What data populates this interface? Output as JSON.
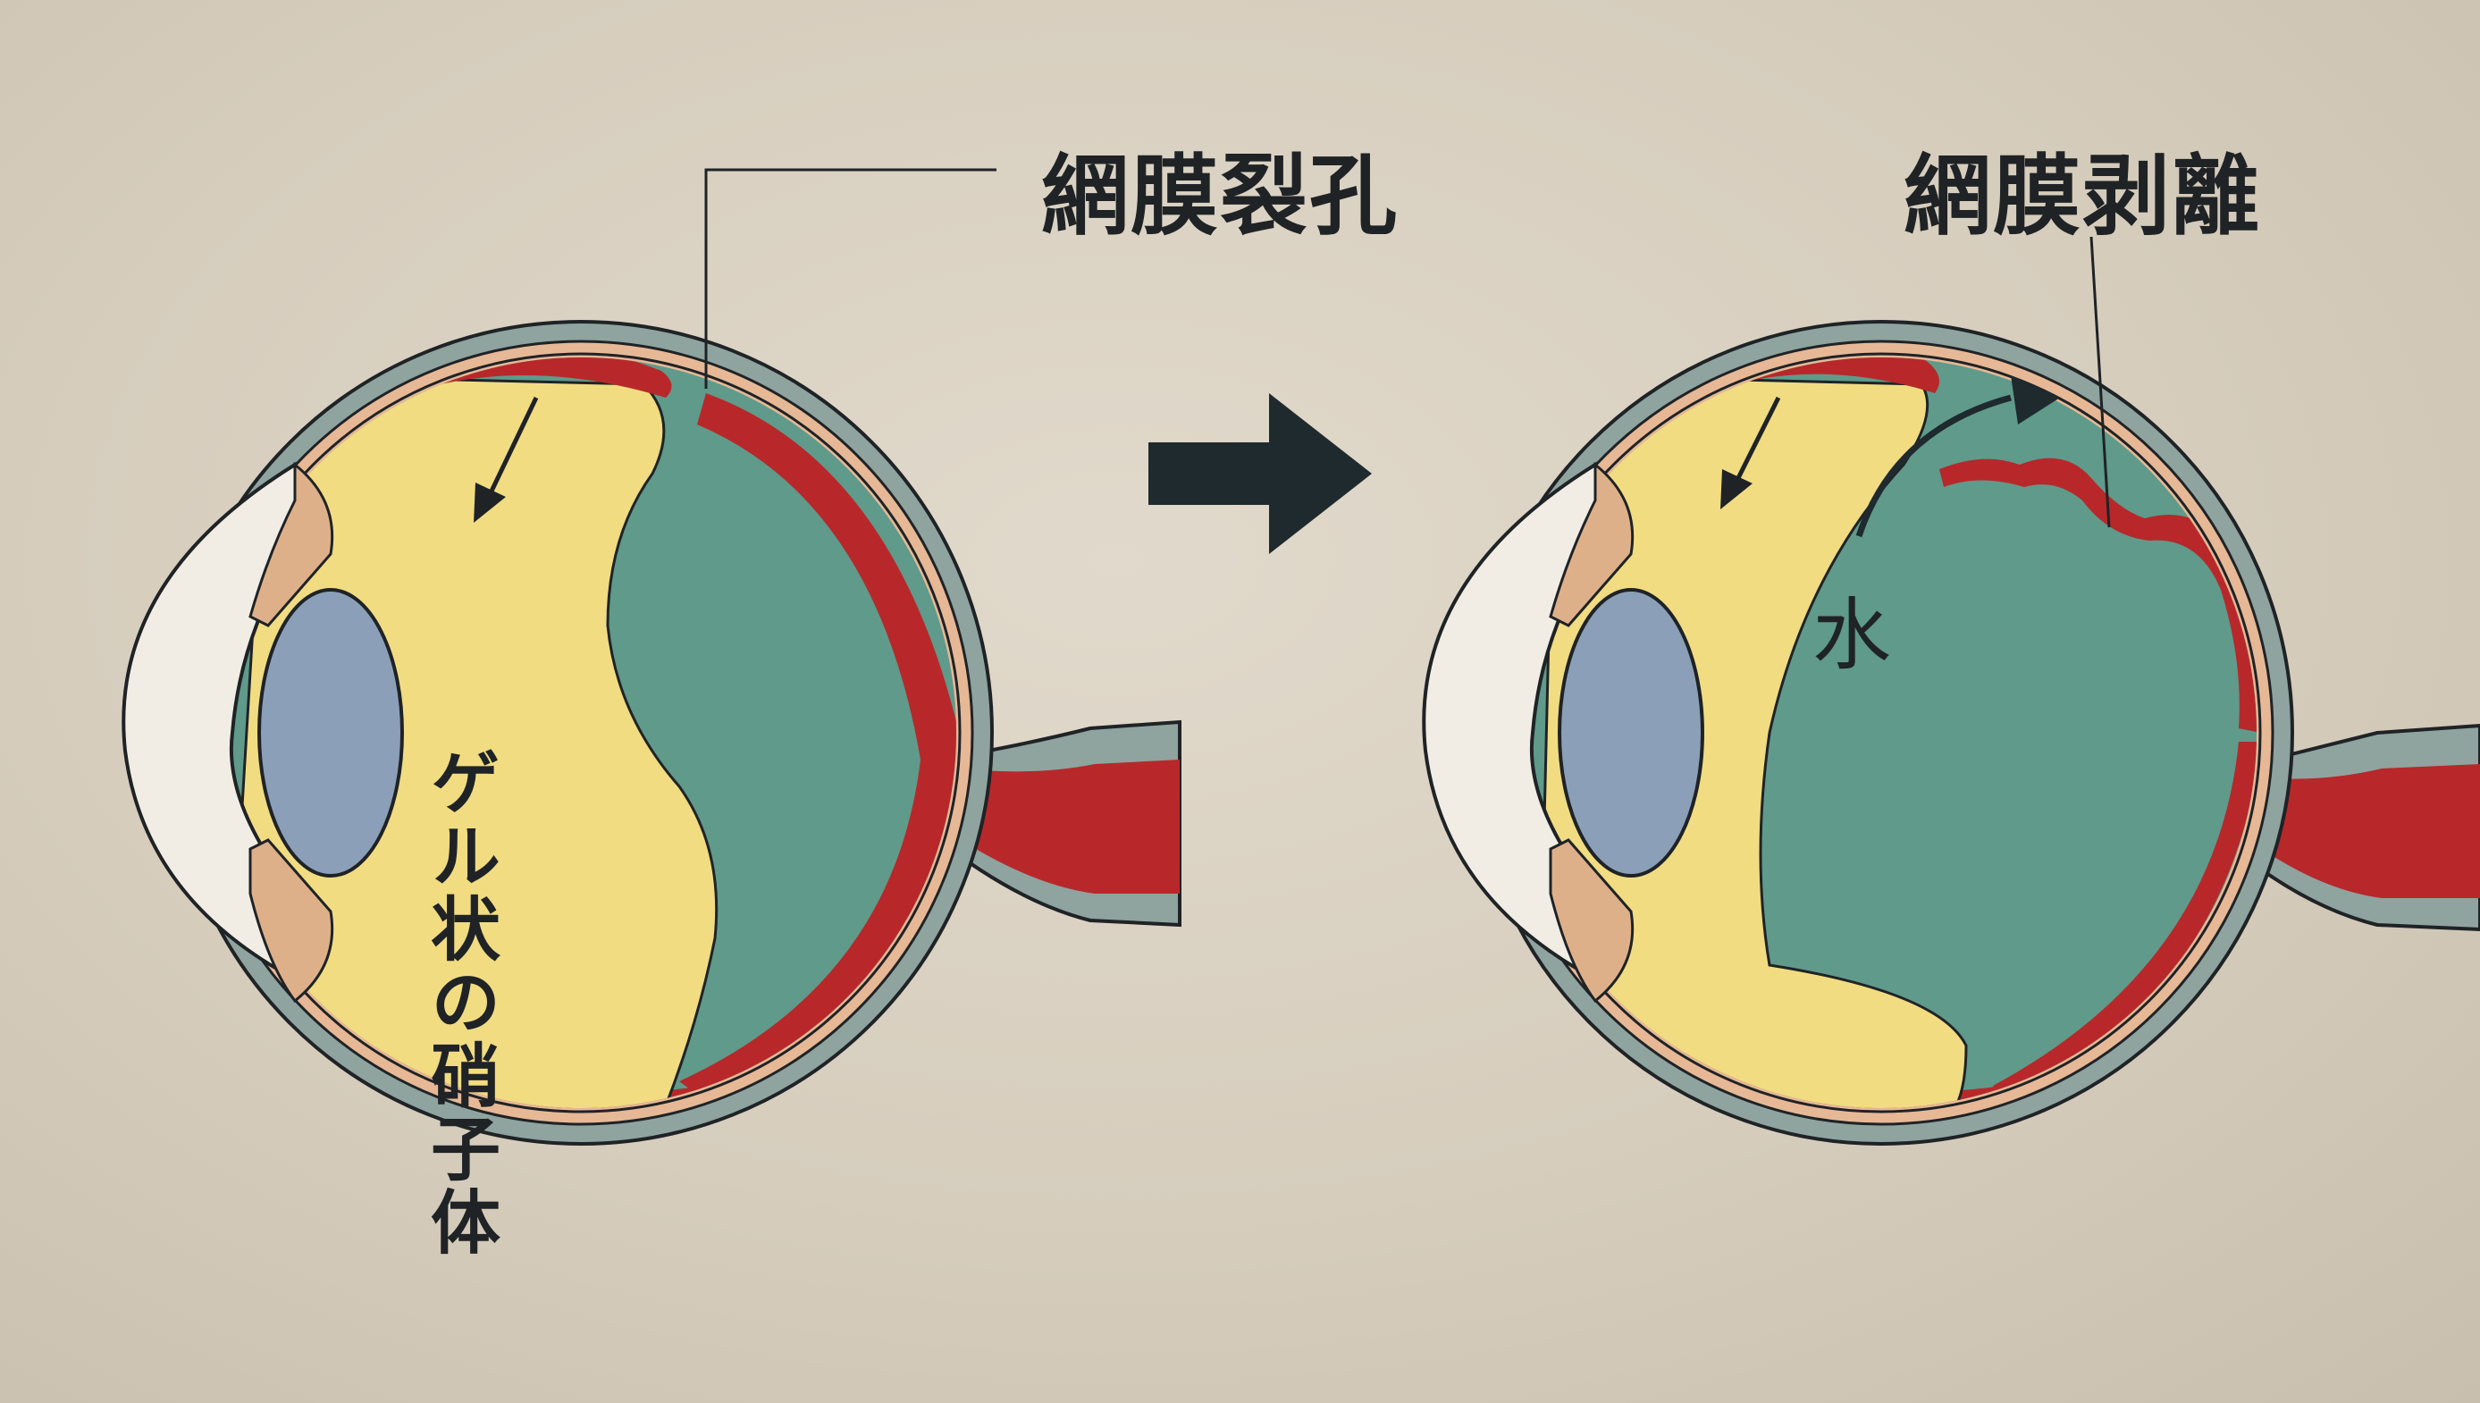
{
  "labels": {
    "retinal_tear": "網膜裂孔",
    "retinal_detachment": "網膜剥離",
    "gel_vitreous": "ゲル状の硝子体",
    "water": "水"
  },
  "colors": {
    "background": "#d6cdbd",
    "sclera": "#8fa39f",
    "choroid": "#e7b896",
    "retina": "#b8282a",
    "vitreous_gel": "#f1dc82",
    "liquid": "#5f9a8b",
    "lens": "#8b9fb8",
    "cornea": "#f1ede4",
    "iris": "#deb08a",
    "arrow": "#1f2a2e",
    "text": "#1f2326"
  }
}
